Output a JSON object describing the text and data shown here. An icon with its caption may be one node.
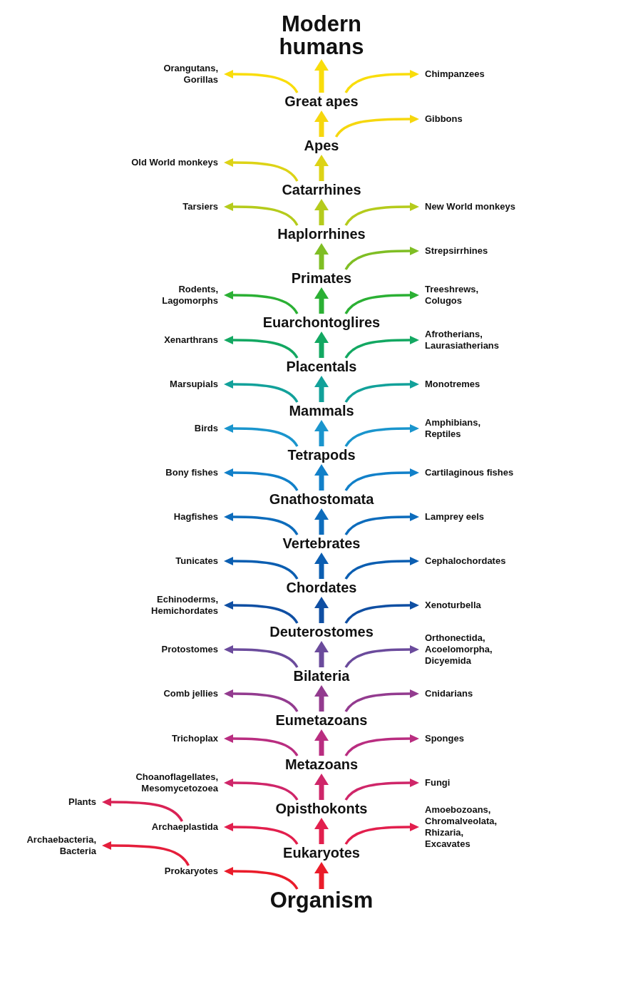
{
  "diagram": {
    "nodes": [
      {
        "text": [
          "Modern humans"
        ]
      },
      {
        "text": [
          "Orangutans, Gorillas"
        ]
      },
      {
        "text": [
          "Chimpanzees"
        ]
      },
      {
        "text": [
          "Great apes"
        ]
      },
      {
        "text": [
          "Gibbons"
        ]
      },
      {
        "text": [
          "Apes"
        ]
      },
      {
        "text": [
          "Old World monkeys"
        ]
      },
      {
        "text": [
          "Catarrhines"
        ]
      },
      {
        "text": [
          "Tarsiers"
        ]
      },
      {
        "text": [
          "New World monkeys"
        ]
      },
      {
        "text": [
          "Haplorrhines"
        ]
      },
      {
        "text": [
          "Strepsirrhines"
        ]
      },
      {
        "text": [
          "Primates"
        ]
      },
      {
        "text": [
          "Rodents, Lagomorphs"
        ]
      },
      {
        "text": [
          "Treeshrews, Colugos"
        ]
      },
      {
        "text": [
          "Euarchontoglires"
        ]
      },
      {
        "text": [
          "Xenarthrans"
        ]
      },
      {
        "text": [
          "Afrotherians, Laurasiatherians"
        ]
      },
      {
        "text": [
          "Placentals"
        ]
      },
      {
        "text": [
          "Marsupials"
        ]
      },
      {
        "text": [
          "Monotremes"
        ]
      },
      {
        "text": [
          "Mammals"
        ]
      },
      {
        "text": [
          "Birds"
        ]
      },
      {
        "text": [
          "Amphibians, Reptiles"
        ]
      },
      {
        "text": [
          "Tetrapods"
        ]
      },
      {
        "text": [
          "Bony fishes"
        ]
      },
      {
        "text": [
          "Cartilaginous fishes"
        ]
      },
      {
        "text": [
          "Gnathostomata"
        ]
      },
      {
        "text": [
          "Hagfishes"
        ]
      },
      {
        "text": [
          "Lamprey eels"
        ]
      },
      {
        "text": [
          "Vertebrates"
        ]
      },
      {
        "text": [
          "Tunicates"
        ]
      },
      {
        "text": [
          "Cephalochordates"
        ]
      },
      {
        "text": [
          "Chordates"
        ]
      },
      {
        "text": [
          "Echinoderms, Hemichordates"
        ]
      },
      {
        "text": [
          "Xenoturbella"
        ]
      },
      {
        "text": [
          "Deuterostomes"
        ]
      },
      {
        "text": [
          "Protostomes"
        ]
      },
      {
        "text": [
          "Orthonectida, Acoelomorpha, Dicyemida"
        ]
      },
      {
        "text": [
          "Bilateria"
        ]
      },
      {
        "text": [
          "Comb jellies"
        ]
      },
      {
        "text": [
          "Cnidarians"
        ]
      },
      {
        "text": [
          "Eumetazoans"
        ]
      },
      {
        "text": [
          "Trichoplax"
        ]
      },
      {
        "text": [
          "Sponges"
        ]
      },
      {
        "text": [
          "Metazoans"
        ]
      },
      {
        "text": [
          "Choanoflagellates, Mesomycetozoea"
        ]
      },
      {
        "text": [
          "Fungi"
        ]
      },
      {
        "text": [
          "Plants"
        ]
      },
      {
        "text": [
          "Opisthokonts"
        ]
      },
      {
        "text": [
          "Archaeplastida"
        ]
      },
      {
        "text": [
          "Amoebozoans, Chromalveolata, Rhizaria, Excavates"
        ]
      },
      {
        "text": [
          "Archaebacteria, Bacteria"
        ]
      },
      {
        "text": [
          "Eukaryotes"
        ]
      },
      {
        "text": [
          "Prokaryotes"
        ]
      },
      {
        "text": [
          "Organism"
        ]
      }
    ],
    "edges": [
      {
        "from": 3,
        "to": 0,
        "arrow": "to",
        "style": "thick",
        "color": "#f9dd0b"
      },
      {
        "from": 3,
        "to": 1,
        "arrow": "to",
        "color": "#f9dd0b"
      },
      {
        "from": 3,
        "to": 2,
        "arrow": "to",
        "color": "#f9dd0b"
      },
      {
        "from": 5,
        "to": 3,
        "arrow": "to",
        "style": "thick",
        "color": "#f6d70e"
      },
      {
        "from": 5,
        "to": 4,
        "arrow": "to",
        "color": "#f6d70e"
      },
      {
        "from": 7,
        "to": 5,
        "arrow": "to",
        "style": "thick",
        "color": "#ddd316"
      },
      {
        "from": 7,
        "to": 6,
        "arrow": "to",
        "color": "#ddd316"
      },
      {
        "from": 10,
        "to": 7,
        "arrow": "to",
        "style": "thick",
        "color": "#b5cb1c"
      },
      {
        "from": 10,
        "to": 8,
        "arrow": "to",
        "color": "#b5cb1c"
      },
      {
        "from": 10,
        "to": 9,
        "arrow": "to",
        "color": "#b5cb1c"
      },
      {
        "from": 12,
        "to": 10,
        "arrow": "to",
        "style": "thick",
        "color": "#7fbe24"
      },
      {
        "from": 12,
        "to": 11,
        "arrow": "to",
        "color": "#7fbe24"
      },
      {
        "from": 15,
        "to": 12,
        "arrow": "to",
        "style": "thick",
        "color": "#2bb034"
      },
      {
        "from": 15,
        "to": 13,
        "arrow": "to",
        "color": "#2bb034"
      },
      {
        "from": 15,
        "to": 14,
        "arrow": "to",
        "color": "#2bb034"
      },
      {
        "from": 18,
        "to": 15,
        "arrow": "to",
        "style": "thick",
        "color": "#13a862"
      },
      {
        "from": 18,
        "to": 16,
        "arrow": "to",
        "color": "#13a862"
      },
      {
        "from": 18,
        "to": 17,
        "arrow": "to",
        "color": "#13a862"
      },
      {
        "from": 21,
        "to": 18,
        "arrow": "to",
        "style": "thick",
        "color": "#12a19a"
      },
      {
        "from": 21,
        "to": 19,
        "arrow": "to",
        "color": "#12a19a"
      },
      {
        "from": 21,
        "to": 20,
        "arrow": "to",
        "color": "#12a19a"
      },
      {
        "from": 24,
        "to": 21,
        "arrow": "to",
        "style": "thick",
        "color": "#1a95cd"
      },
      {
        "from": 24,
        "to": 22,
        "arrow": "to",
        "color": "#1a95cd"
      },
      {
        "from": 24,
        "to": 23,
        "arrow": "to",
        "color": "#1a95cd"
      },
      {
        "from": 27,
        "to": 24,
        "arrow": "to",
        "style": "thick",
        "color": "#1180c9"
      },
      {
        "from": 27,
        "to": 25,
        "arrow": "to",
        "color": "#1180c9"
      },
      {
        "from": 27,
        "to": 26,
        "arrow": "to",
        "color": "#1180c9"
      },
      {
        "from": 30,
        "to": 27,
        "arrow": "to",
        "style": "thick",
        "color": "#0d6cbc"
      },
      {
        "from": 30,
        "to": 28,
        "arrow": "to",
        "color": "#0d6cbc"
      },
      {
        "from": 30,
        "to": 29,
        "arrow": "to",
        "color": "#0d6cbc"
      },
      {
        "from": 33,
        "to": 30,
        "arrow": "to",
        "style": "thick",
        "color": "#0b5eb1"
      },
      {
        "from": 33,
        "to": 31,
        "arrow": "to",
        "color": "#0b5eb1"
      },
      {
        "from": 33,
        "to": 32,
        "arrow": "to",
        "color": "#0b5eb1"
      },
      {
        "from": 36,
        "to": 33,
        "arrow": "to",
        "style": "thick",
        "color": "#0f4fa3"
      },
      {
        "from": 36,
        "to": 34,
        "arrow": "to",
        "color": "#0f4fa3"
      },
      {
        "from": 36,
        "to": 35,
        "arrow": "to",
        "color": "#0f4fa3"
      },
      {
        "from": 39,
        "to": 36,
        "arrow": "to",
        "style": "thick",
        "color": "#6b4b9c"
      },
      {
        "from": 39,
        "to": 37,
        "arrow": "to",
        "color": "#6b4b9c"
      },
      {
        "from": 39,
        "to": 38,
        "arrow": "to",
        "color": "#6b4b9c"
      },
      {
        "from": 42,
        "to": 39,
        "arrow": "to",
        "style": "thick",
        "color": "#933b8f"
      },
      {
        "from": 42,
        "to": 40,
        "arrow": "to",
        "color": "#933b8f"
      },
      {
        "from": 42,
        "to": 41,
        "arrow": "to",
        "color": "#933b8f"
      },
      {
        "from": 45,
        "to": 42,
        "arrow": "to",
        "style": "thick",
        "color": "#b92d80"
      },
      {
        "from": 45,
        "to": 43,
        "arrow": "to",
        "color": "#b92d80"
      },
      {
        "from": 45,
        "to": 44,
        "arrow": "to",
        "color": "#b92d80"
      },
      {
        "from": 49,
        "to": 45,
        "arrow": "to",
        "style": "thick",
        "color": "#cf2669"
      },
      {
        "from": 49,
        "to": 46,
        "arrow": "to",
        "color": "#cf2669"
      },
      {
        "from": 49,
        "to": 47,
        "arrow": "to",
        "color": "#cf2669"
      },
      {
        "from": 50,
        "to": 48,
        "arrow": "to",
        "color": "#d92255"
      },
      {
        "from": 53,
        "to": 49,
        "arrow": "to",
        "style": "thick",
        "color": "#e21f4d"
      },
      {
        "from": 53,
        "to": 50,
        "arrow": "to",
        "color": "#e21f4d"
      },
      {
        "from": 53,
        "to": 51,
        "arrow": "to",
        "color": "#e21f4d"
      },
      {
        "from": 54,
        "to": 52,
        "arrow": "to",
        "color": "#e51e3b"
      },
      {
        "from": 55,
        "to": 53,
        "arrow": "to",
        "style": "thick",
        "color": "#ea1c2a"
      },
      {
        "from": 55,
        "to": 54,
        "arrow": "to",
        "color": "#ea1c2a"
      }
    ]
  }
}
